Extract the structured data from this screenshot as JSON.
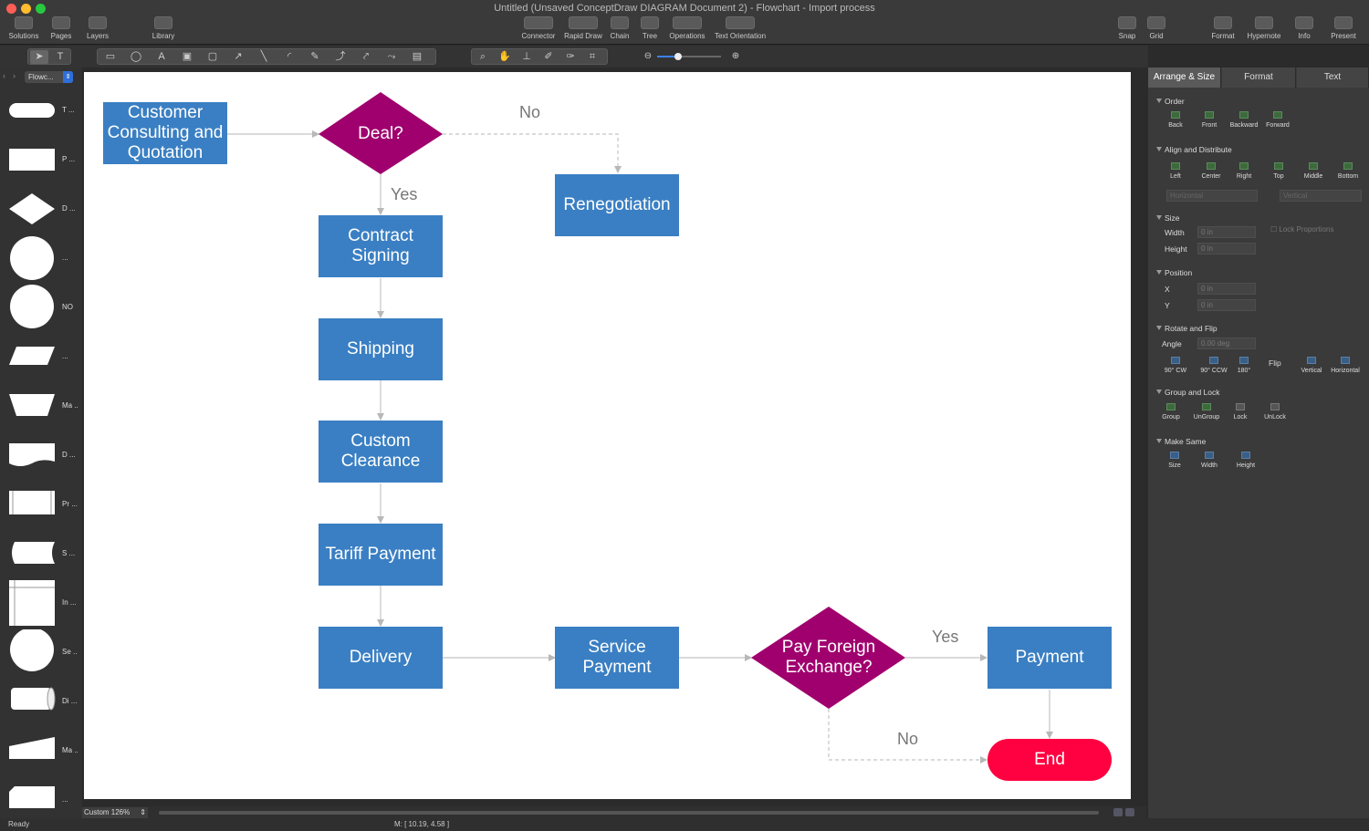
{
  "window": {
    "title": "Untitled (Unsaved ConceptDraw DIAGRAM Document 2) - Flowchart - Import process"
  },
  "toolbar": {
    "left": [
      "Solutions",
      "Pages",
      "Layers",
      "Library"
    ],
    "center": [
      "Connector",
      "Rapid Draw",
      "Chain",
      "Tree",
      "Operations",
      "Text Orientation"
    ],
    "right": [
      "Snap",
      "Grid",
      "Format",
      "Hypernote",
      "Info",
      "Present"
    ]
  },
  "library": {
    "selected": "Flowc...",
    "shapes": [
      "T ...",
      "P ...",
      "D ...",
      "...",
      "NO",
      "...",
      "Ma ..",
      "D ...",
      "Pr ...",
      "S ...",
      "In ...",
      "Se ..",
      "Di ...",
      "Ma ..",
      "..."
    ]
  },
  "diagram": {
    "nodes": {
      "customer": "Customer Consulting and Quotation",
      "deal": "Deal?",
      "renegotiation": "Renegotiation",
      "contract": "Contract Signing",
      "shipping": "Shipping",
      "custom": "Custom Clearance",
      "tariff": "Tariff Payment",
      "delivery": "Delivery",
      "service": "Service Payment",
      "pay_fx": "Pay Foreign Exchange?",
      "payment": "Payment",
      "end": "End"
    },
    "edge_labels": {
      "no1": "No",
      "yes1": "Yes",
      "yes2": "Yes",
      "no2": "No"
    },
    "colors": {
      "process": "#3a7fc3",
      "decision": "#a0006e",
      "terminator": "#ff0040"
    }
  },
  "panel": {
    "tabs": [
      "Arrange & Size",
      "Format",
      "Text"
    ],
    "order": {
      "title": "Order",
      "buttons": [
        "Back",
        "Front",
        "Backward",
        "Forward"
      ]
    },
    "align": {
      "title": "Align and Distribute",
      "buttons": [
        "Left",
        "Center",
        "Right",
        "Top",
        "Middle",
        "Bottom"
      ],
      "selects": [
        "Horizontal",
        "Vertical"
      ]
    },
    "size": {
      "title": "Size",
      "width_label": "Width",
      "height_label": "Height",
      "width": "0 in",
      "height": "0 in",
      "lock": "Lock Proportions"
    },
    "position": {
      "title": "Position",
      "x_label": "X",
      "y_label": "Y",
      "x": "0 in",
      "y": "0 in"
    },
    "rotate": {
      "title": "Rotate and Flip",
      "angle_label": "Angle",
      "angle": "0.00 deg",
      "buttons": [
        "90° CW",
        "90° CCW",
        "180°"
      ],
      "flip_label": "Flip",
      "flip_buttons": [
        "Vertical",
        "Horizontal"
      ]
    },
    "group": {
      "title": "Group and Lock",
      "buttons": [
        "Group",
        "UnGroup",
        "Lock",
        "UnLock"
      ]
    },
    "make_same": {
      "title": "Make Same",
      "buttons": [
        "Size",
        "Width",
        "Height"
      ]
    }
  },
  "status": {
    "left": "Ready",
    "zoom": "Custom 126%",
    "coords": "M: [ 10.19, 4.58 ]"
  }
}
